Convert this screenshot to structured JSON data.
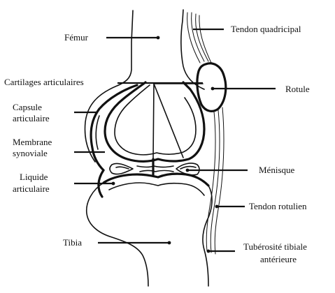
{
  "colors": {
    "ink": "#111111",
    "background": "#ffffff"
  },
  "labels": {
    "femur": "Fémur",
    "cartilages": "Cartilages articulaires",
    "capsule_line1": "Capsule",
    "capsule_line2": "articulaire",
    "membrane_line1": "Membrane",
    "membrane_line2": "synoviale",
    "liquide_line1": "Liquide",
    "liquide_line2": "articulaire",
    "tibia": "Tibia",
    "tendon_quadricipal": "Tendon quadricipal",
    "rotule": "Rotule",
    "menisque": "Ménisque",
    "tendon_rotulien": "Tendon rotulien",
    "tuberosite_line1": "Tubérosité tibiale",
    "tuberosite_line2": "antérieure"
  }
}
